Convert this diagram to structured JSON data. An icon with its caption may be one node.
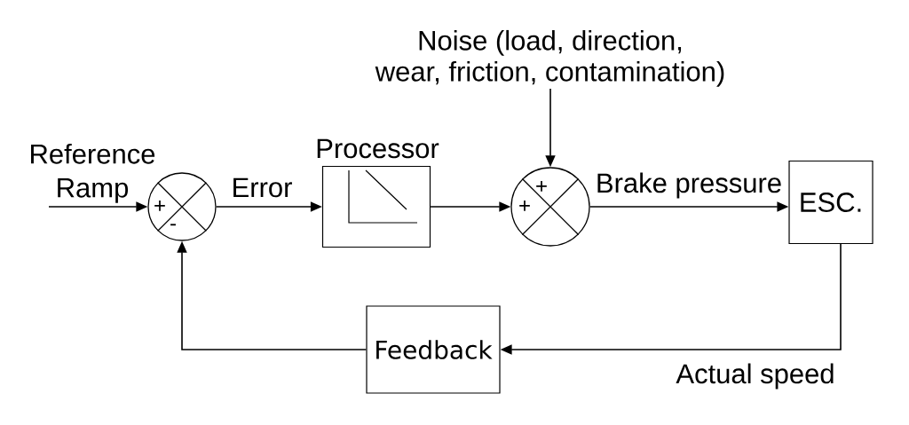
{
  "diagram": {
    "nodes": [
      {
        "text": [
          "Noise (load, direction, wear, friction, contamination)"
        ]
      },
      {
        "text": [
          "+",
          "-"
        ]
      },
      {
        "text": [
          "Processor"
        ]
      },
      {
        "text": [
          "+",
          "+"
        ]
      },
      {
        "text": [
          "ESC."
        ]
      },
      {
        "text": [
          "Feedback"
        ]
      }
    ],
    "edges": [
      {
        "from": null,
        "to": 1,
        "arrow": "to",
        "label": "Reference Ramp"
      },
      {
        "from": 1,
        "to": 2,
        "arrow": "to",
        "label": "Error"
      },
      {
        "from": 2,
        "to": 3,
        "arrow": "to"
      },
      {
        "from": 0,
        "to": 3,
        "arrow": "to"
      },
      {
        "from": 3,
        "to": 4,
        "arrow": "to",
        "label": "Brake pressure"
      },
      {
        "from": 4,
        "to": 5,
        "arrow": "to",
        "label": "Actual speed"
      },
      {
        "from": 5,
        "to": 1,
        "arrow": "to"
      }
    ]
  }
}
